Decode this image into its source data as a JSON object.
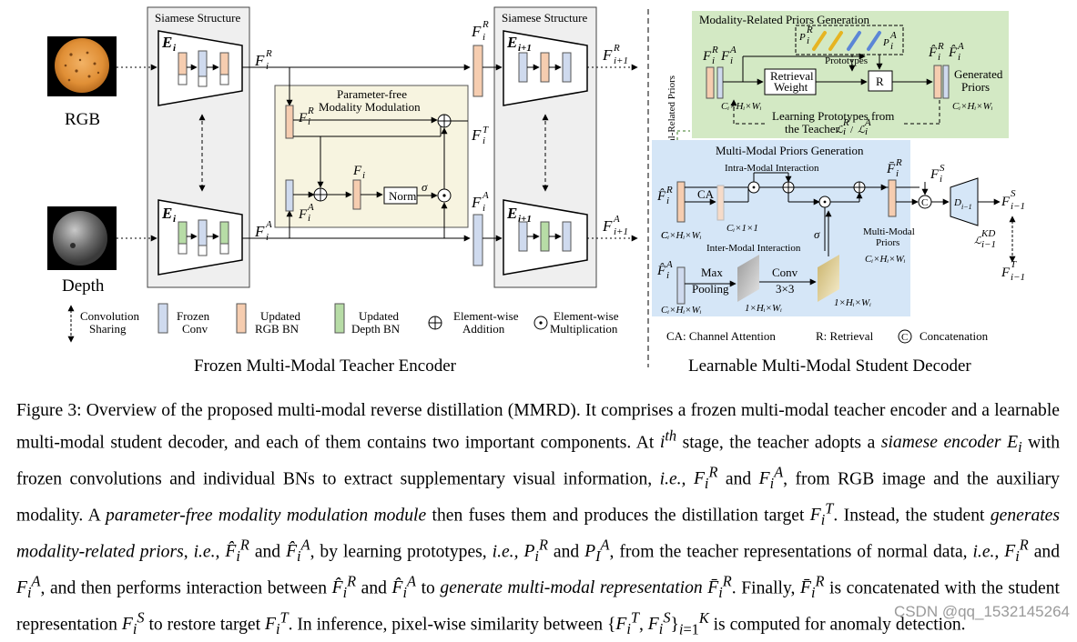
{
  "figure": {
    "siamese_label_left": "Siamese Structure",
    "siamese_label_right": "Siamese Structure",
    "encoder_i": "E",
    "encoder_i_sub": "i",
    "encoder_i1_sub": "i+1",
    "rgb_label": "RGB",
    "depth_label": "Depth",
    "pfmm_title_1": "Parameter-free",
    "pfmm_title_2": "Modality Modulation",
    "norm_label": "Norm",
    "sigma": "σ",
    "teacher_caption": "Frozen Multi-Modal Teacher Encoder",
    "student_caption": "Learnable Multi-Modal Student Decoder",
    "legend": {
      "conv_sharing": [
        "Convolution",
        "Sharing"
      ],
      "frozen_conv": [
        "Frozen",
        "Conv"
      ],
      "rgb_bn": [
        "Updated",
        "RGB BN"
      ],
      "depth_bn": [
        "Updated",
        "Depth BN"
      ],
      "elem_add": [
        "Element-wise",
        "Addition"
      ],
      "elem_mul": [
        "Element-wise",
        "Multiplication"
      ],
      "ca": "CA:  Channel Attention",
      "r": "R:  Retrieval",
      "concat": "Concatenation"
    },
    "mrpg_title": "Modality-Related Priors Generation",
    "prototypes_label": "Prototypes",
    "retrieval_weight": [
      "Retrieval",
      "Weight"
    ],
    "r_box": "R",
    "generated_priors": [
      "Generated",
      "Priors"
    ],
    "learning_prototypes": [
      "Learning Prototypes from",
      "the Teacher"
    ],
    "modal_related_priors": "Modal-Related Priors",
    "mmpg_title": "Multi-Modal Priors Generation",
    "intra_modal": "Intra-Modal Interaction",
    "inter_modal": "Inter-Modal Interaction",
    "ca_label": "CA",
    "max_pooling": [
      "Max",
      "Pooling"
    ],
    "conv_label": [
      "Conv",
      "3×3"
    ],
    "multi_modal_priors": [
      "Multi-Modal",
      "Priors"
    ],
    "dims": {
      "chw": "Cᵢ×Hᵢ×Wᵢ",
      "c11": "Cᵢ×1×1",
      "one_hw": "1×Hᵢ×Wᵢ"
    }
  },
  "caption": {
    "html": "Figure 3: Overview of the proposed multi-modal reverse distillation (MMRD). It comprises a frozen multi-modal teacher encoder and a learnable multi-modal student decoder, and each of them contains two important components. At <i>i<sup>th</sup></i> stage, the teacher adopts a <i>siamese encoder E<sub>i</sub></i> with frozen convolutions and individual BNs to extract supplementary visual information, <i>i.e.,</i> <i>F<sub>i</sub><sup>R</sup></i> and <i>F<sub>i</sub><sup>A</sup></i>, from RGB image and the auxiliary modality. A <i>parameter-free modality modulation module</i> then fuses them and produces the distillation target <i>F<sub>i</sub><sup>T</sup></i>. Instead, the student <i>generates modality-related priors</i>, <i>i.e.,</i> <i>F̂<sub>i</sub><sup>R</sup></i> and <i>F̂<sub>i</sub><sup>A</sup></i>, by learning prototypes, <i>i.e.,</i> <i>P<sub>i</sub><sup>R</sup></i> and <i>P<sub>I</sub><sup>A</sup></i>, from the teacher representations of normal data, <i>i.e.,</i> <i>F<sub>i</sub><sup>R</sup></i> and <i>F<sub>i</sub><sup>A</sup></i>, and then performs interaction between <i>F̂<sub>i</sub><sup>R</sup></i> and <i>F̂<sub>i</sub><sup>A</sup></i> to <i>generate multi-modal representation F̄<sub>i</sub><sup>R</sup></i>. Finally, <i>F̄<sub>i</sub><sup>R</sup></i> is concatenated with the student representation <i>F<sub>i</sub><sup>S</sup></i> to restore target <i>F<sub>i</sub><sup>T</sup></i>. In inference, pixel-wise similarity between {<i>F<sub>i</sub><sup>T</sup></i>, <i>F<sub>i</sub><sup>S</sup></i>}<sub><i>i</i>=1</sub><sup><i>K</i></sup> is computed for anomaly detection."
  },
  "watermark": "CSDN @qq_1532145264",
  "colors": {
    "panel_gray": "#efefef",
    "pfmm_bg": "#f7f4e0",
    "green_panel": "#d3e9c4",
    "blue_panel": "#d5e6f7",
    "rgb_feat": "#f6cdb0",
    "depth_feat": "#cfdaee",
    "green_bn": "#b7dca6"
  }
}
